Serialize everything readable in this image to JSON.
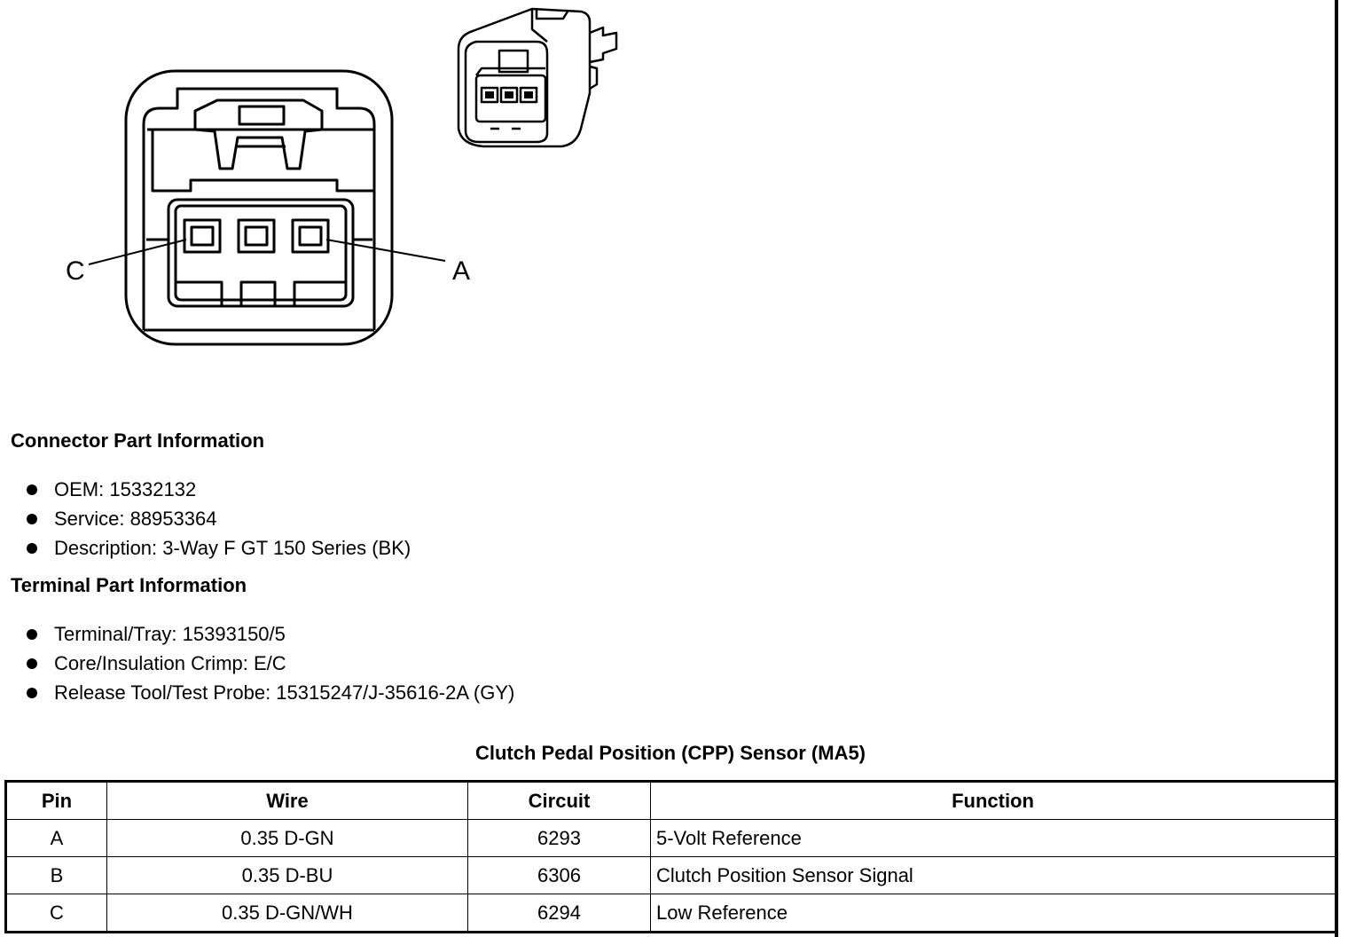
{
  "figure": {
    "callout_left": "C",
    "callout_right": "A"
  },
  "connector_info": {
    "heading": "Connector Part Information",
    "items": [
      "OEM: 15332132",
      "Service: 88953364",
      "Description: 3-Way F GT 150 Series (BK)"
    ]
  },
  "terminal_info": {
    "heading": "Terminal Part Information",
    "items": [
      "Terminal/Tray: 15393150/5",
      "Core/Insulation Crimp: E/C",
      "Release Tool/Test Probe: 15315247/J-35616-2A (GY)"
    ]
  },
  "pin_table": {
    "title": "Clutch Pedal Position (CPP) Sensor (MA5)",
    "headers": [
      "Pin",
      "Wire",
      "Circuit",
      "Function"
    ],
    "rows": [
      [
        "A",
        "0.35 D-GN",
        "6293",
        "5-Volt Reference"
      ],
      [
        "B",
        "0.35 D-BU",
        "6306",
        "Clutch Position Sensor Signal"
      ],
      [
        "C",
        "0.35 D-GN/WH",
        "6294",
        "Low Reference"
      ]
    ]
  }
}
